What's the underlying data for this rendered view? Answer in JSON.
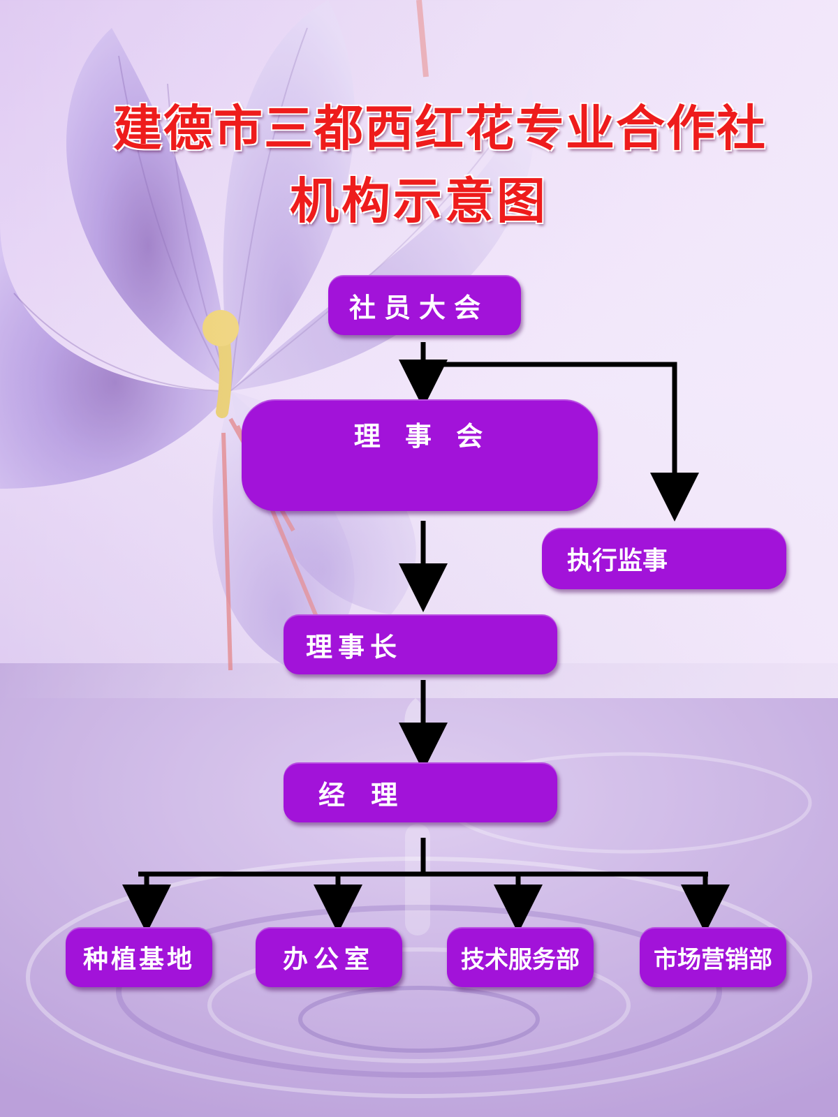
{
  "title": {
    "line1": "建德市三都西红花专业合作社",
    "line2": "机构示意图"
  },
  "nodes": {
    "general_assembly": "社员大会",
    "board": "理 事 会",
    "supervisor": "执行监事",
    "chairman": "理事长",
    "manager": "经 理",
    "planting_base": "种植基地",
    "office": "办公室",
    "tech_service": "技术服务部",
    "marketing": "市场营销部"
  },
  "colors": {
    "title_text": "#ee1c1c",
    "node_fill": "#a213d9",
    "node_text": "#ffffff",
    "connector": "#000000"
  }
}
